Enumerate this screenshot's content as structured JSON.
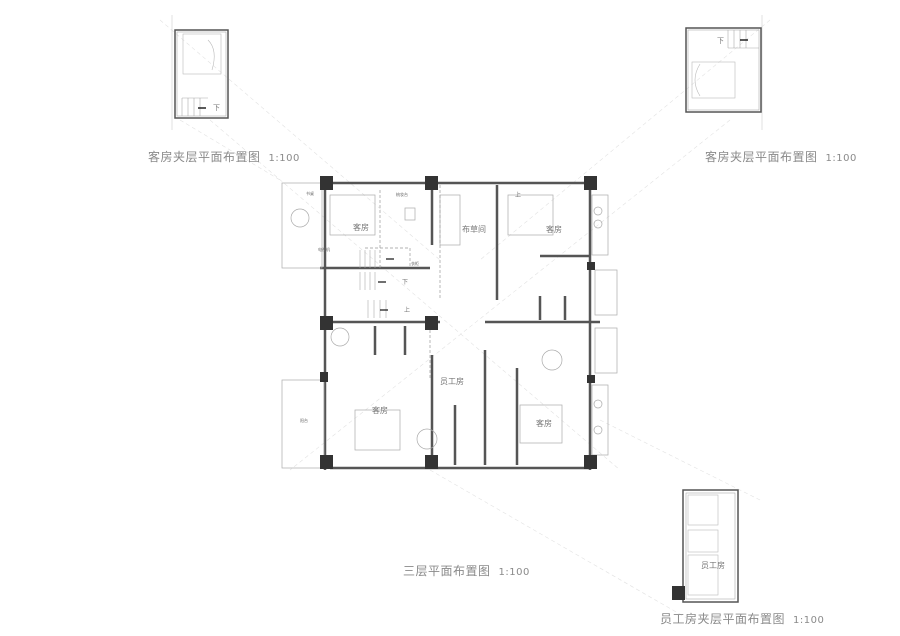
{
  "drawings": {
    "guest_mezzanine_left": {
      "title": "客房夹层平面布置图",
      "scale": "1:100",
      "stair_label": "下"
    },
    "guest_mezzanine_right": {
      "title": "客房夹层平面布置图",
      "scale": "1:100",
      "stair_label": "下"
    },
    "third_floor": {
      "title": "三层平面布置图",
      "scale": "1:100"
    },
    "staff_mezzanine": {
      "title": "员工房夹层平面布置图",
      "scale": "1:100",
      "room": "员工房"
    }
  },
  "rooms": {
    "guest_room_nw": "客房",
    "guest_room_ne": "客房",
    "guest_room_sw": "客房",
    "guest_room_se": "客房",
    "linen_room": "布草间",
    "staff_room": "员工房"
  },
  "fixtures": {
    "desk": "书桌",
    "vanity": "梳妆台",
    "tv": "电视机",
    "wardrobe": "衣柜",
    "balcony": "阳台",
    "stair_up": "上",
    "stair_down": "下"
  },
  "colors": {
    "line": "#9a9a9a",
    "wall": "#555555",
    "column": "#333333",
    "text": "#8a8a8a"
  }
}
